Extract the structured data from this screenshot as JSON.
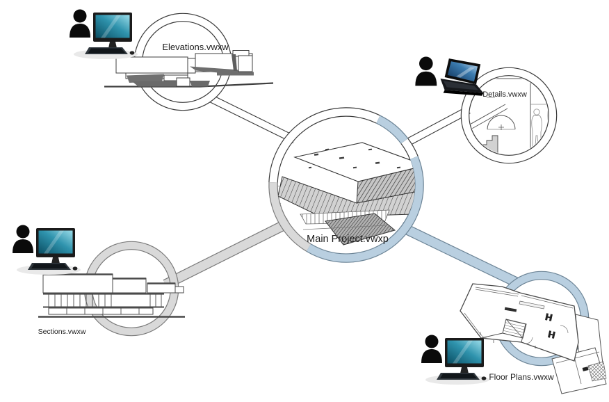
{
  "diagram": {
    "main": {
      "label": "Main Project.vwxp"
    },
    "satellites": [
      {
        "id": "elevations",
        "label": "Elevations.vwxw",
        "device": "desktop-workstation-icon",
        "ring_style": "white"
      },
      {
        "id": "details",
        "label": "Details.vwxw",
        "device": "laptop-workstation-icon",
        "ring_style": "white"
      },
      {
        "id": "sections",
        "label": "Sections.vwxw",
        "device": "desktop-workstation-icon",
        "ring_style": "gray"
      },
      {
        "id": "floor-plans",
        "label": "Floor Plans.vwxw",
        "device": "desktop-workstation-icon",
        "ring_style": "blue"
      }
    ],
    "colors": {
      "accent_blue": "#b9cfe0",
      "accent_blue_outline": "#6c8496",
      "accent_gray": "#d9d9d9",
      "accent_gray_outline": "#7a7a7a",
      "line": "#3a3a3a",
      "background": "#ffffff"
    }
  }
}
